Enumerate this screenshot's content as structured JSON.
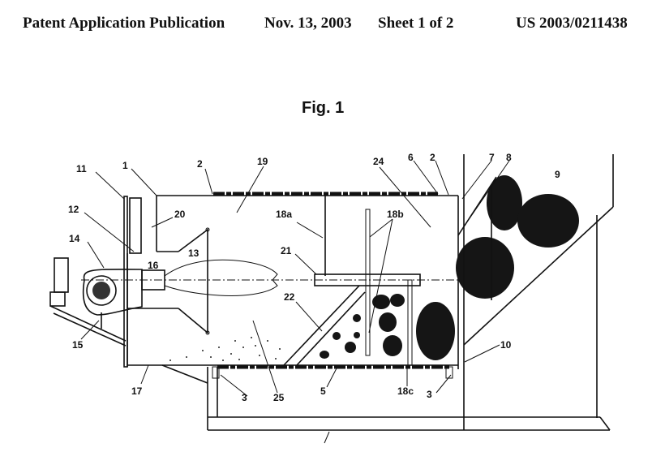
{
  "header": {
    "publication_type": "Patent Application Publication",
    "date": "Nov. 13, 2003",
    "sheet": "Sheet 1 of 2",
    "number": "US 2003/0211438"
  },
  "figure": {
    "title": "Fig. 1",
    "labels": {
      "l11": "11",
      "l1": "1",
      "l2a": "2",
      "l19": "19",
      "l12": "12",
      "l20": "20",
      "l18a": "18a",
      "l14": "14",
      "l16": "16",
      "l13": "13",
      "l21": "21",
      "l22": "22",
      "l15": "15",
      "l17": "17",
      "l3a": "3",
      "l25": "25",
      "l5": "5",
      "l24": "24",
      "l6": "6",
      "l2b": "2",
      "l7": "7",
      "l8": "8",
      "l9": "9",
      "l18b": "18b",
      "l18c": "18c",
      "l3b": "3",
      "l10": "10"
    }
  }
}
